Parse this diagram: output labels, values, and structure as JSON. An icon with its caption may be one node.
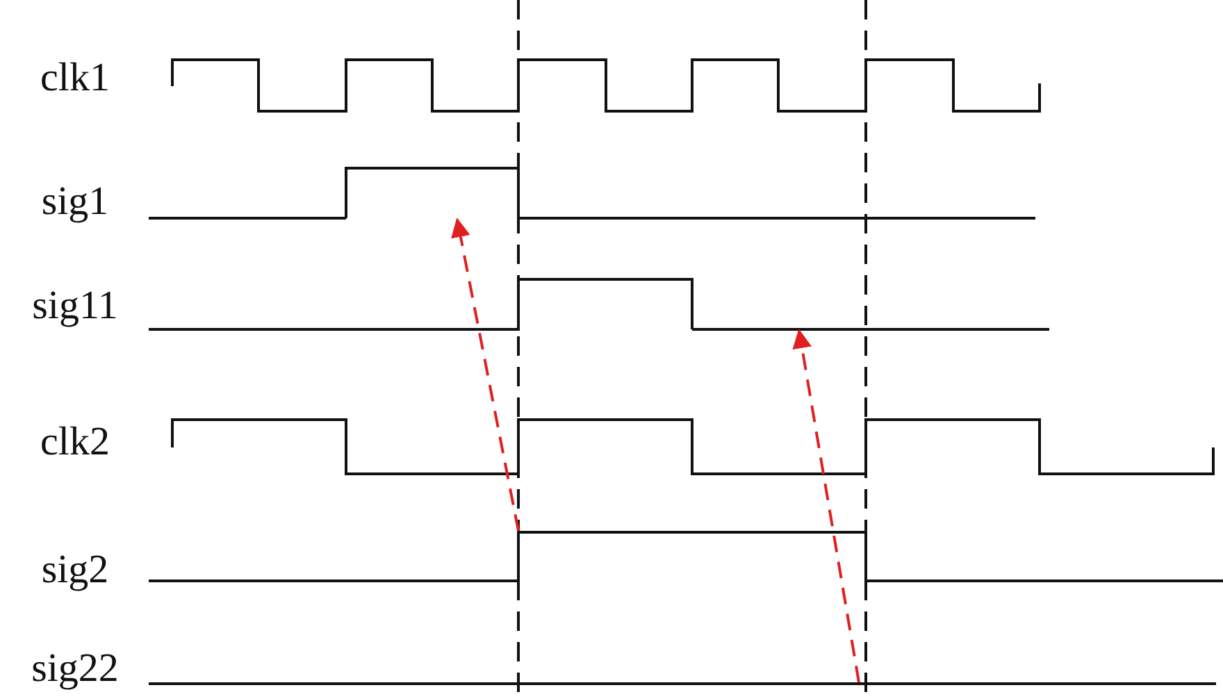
{
  "diagram": {
    "nodes": [
      {
        "text": [],
        "shape": "line"
      },
      {
        "text": [],
        "shape": "line"
      },
      {
        "text": [],
        "shape": "line"
      },
      {
        "text": [],
        "shape": "line"
      }
    ],
    "edges": [
      {
        "from": 2,
        "to": 0,
        "arrow": "to",
        "style": "dashed",
        "color": "#e02020"
      },
      {
        "from": 3,
        "to": 1,
        "arrow": "to",
        "style": "dashed",
        "color": "#e02020"
      }
    ],
    "labels": [
      "clk1",
      "sig1",
      "sig11",
      "clk2",
      "sig2",
      "sig22"
    ]
  }
}
